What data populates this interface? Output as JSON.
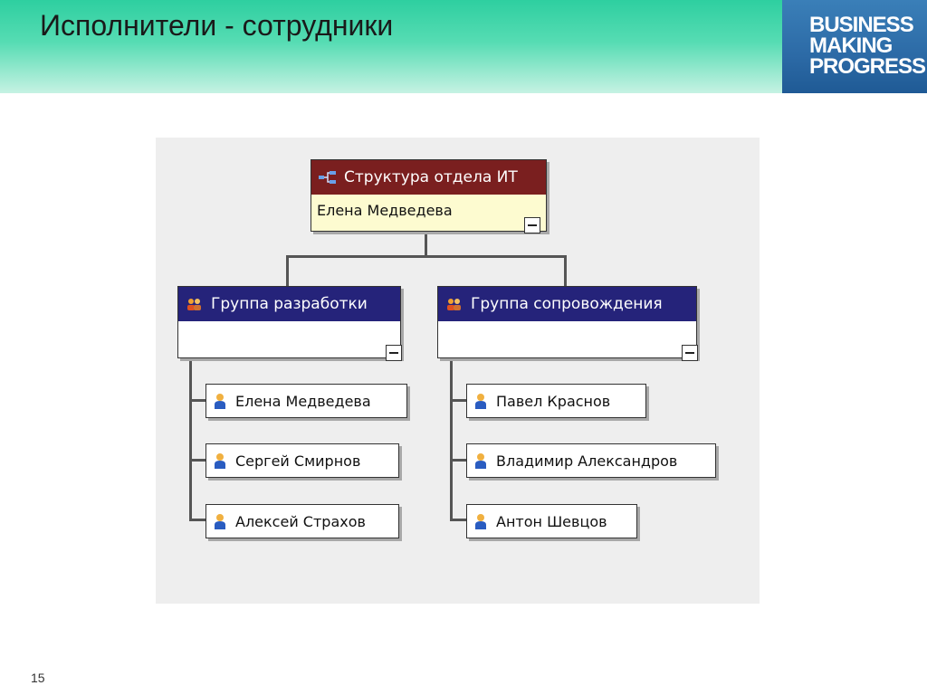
{
  "slide": {
    "title": "Исполнители - сотрудники",
    "page_number": "15",
    "logo": [
      "BUSINESS",
      "MAKING",
      "PROGRESS"
    ]
  },
  "diagram": {
    "root": {
      "title": "Структура отдела ИТ",
      "person": "Елена Медведева",
      "icon": "hierarchy-icon"
    },
    "groups": [
      {
        "title": "Группа разработки",
        "icon": "group-icon",
        "members": [
          "Елена Медведева",
          "Сергей Смирнов",
          "Алексей Страхов"
        ]
      },
      {
        "title": "Группа сопровождения",
        "icon": "group-icon",
        "members": [
          "Павел Краснов",
          "Владимир Александров",
          "Антон Шевцов"
        ]
      }
    ]
  },
  "colors": {
    "root_header": "#7a1f1f",
    "group_header": "#25237a",
    "root_body": "#fdfbd0",
    "header_gradient_top": "#2ecfa0",
    "logo_bg": "#2c6aa6"
  }
}
